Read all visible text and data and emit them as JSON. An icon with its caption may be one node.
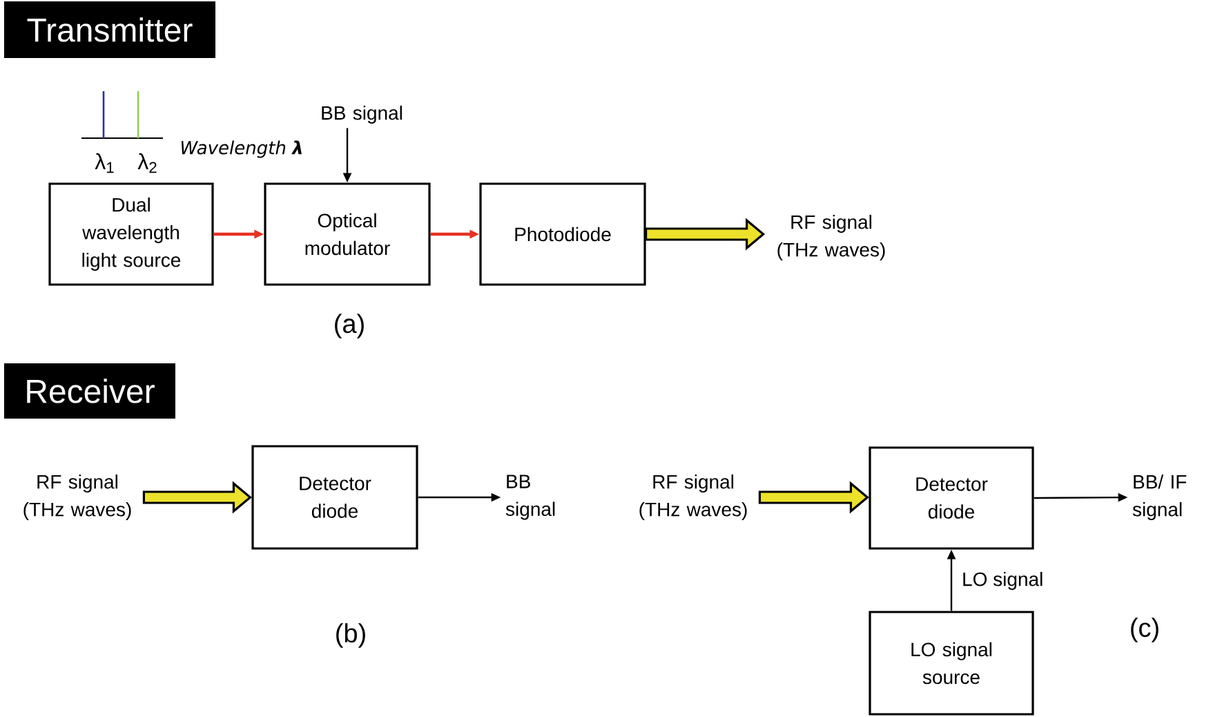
{
  "diagram": {
    "nodes": [
      {
        "text": [
          "Transmitter"
        ]
      },
      {
        "text": [
          "BB signal"
        ]
      },
      {
        "text": [
          "Dual wavelength light source"
        ]
      },
      {
        "text": [
          "Optical modulator"
        ]
      },
      {
        "text": [
          "Photodiode"
        ]
      },
      {
        "text": [
          "RF signal (THz waves)"
        ]
      },
      {
        "text": [
          "Receiver"
        ]
      },
      {
        "text": [
          "RF signal (THz waves)"
        ]
      },
      {
        "text": [
          "Detector diode"
        ]
      },
      {
        "text": [
          "BB signal"
        ]
      },
      {
        "text": [
          "RF signal (THz waves)"
        ]
      },
      {
        "text": [
          "Detector diode"
        ]
      },
      {
        "text": [
          "BB/ IF signal"
        ]
      },
      {
        "text": [
          "LO signal source"
        ]
      }
    ],
    "edges": [
      {
        "from": 1,
        "to": 3,
        "arrow": "to"
      },
      {
        "from": 2,
        "to": 3,
        "arrow": "to",
        "color": "#e53222"
      },
      {
        "from": 3,
        "to": 4,
        "arrow": "to",
        "color": "#e53222"
      },
      {
        "from": 4,
        "to": 5,
        "arrow": "to",
        "style": "thick",
        "color": "#ece22c"
      },
      {
        "from": 7,
        "to": 8,
        "arrow": "to",
        "style": "thick",
        "color": "#ece22c"
      },
      {
        "from": 8,
        "to": 9,
        "arrow": "to"
      },
      {
        "from": 10,
        "to": 11,
        "arrow": "to",
        "style": "thick",
        "color": "#ece22c"
      },
      {
        "from": 11,
        "to": 12,
        "arrow": "to"
      },
      {
        "from": 13,
        "to": 11,
        "arrow": "to",
        "label": "LO signal"
      }
    ],
    "labels": [
      "λ$_{1}$",
      "λ$_{2}$",
      "Wavelength **λ**",
      "(a)",
      "(b)",
      "(c)"
    ]
  }
}
